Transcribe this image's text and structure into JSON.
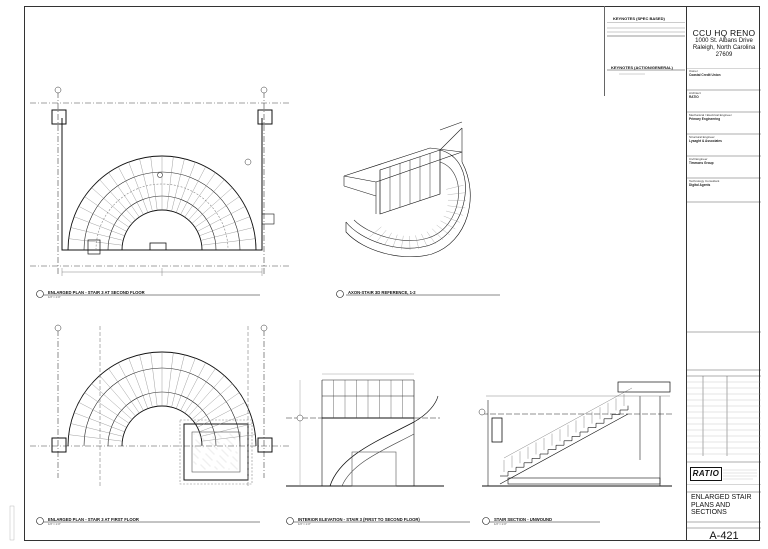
{
  "keynotes": {
    "spec_header": "KEYNOTES (SPEC BASED)",
    "action_header": "KEYNOTES (ACTION/GENERAL)"
  },
  "project": {
    "title": "CCU HQ RENO",
    "address1": "1000 St. Albans Drive",
    "address2": "Raleigh, North Carolina",
    "zip": "27609"
  },
  "consultants": [
    {
      "role": "Owner",
      "name": "Coastal Credit Union"
    },
    {
      "role": "Architect",
      "name": "RATIO"
    },
    {
      "role": "Mechanical / Electrical Engineer",
      "name": "Primary Engineering"
    },
    {
      "role": "Structural Engineer",
      "name": "Lysaght & Associates"
    },
    {
      "role": "Civil Engineer",
      "name": "Timmons Group"
    },
    {
      "role": "Technology Consultant",
      "name": "Digital Agents"
    }
  ],
  "firm_logo": "RATIO",
  "sheet": {
    "title_line1": "ENLARGED STAIR",
    "title_line2": "PLANS AND",
    "title_line3": "SECTIONS",
    "number": "A-421"
  },
  "views": [
    {
      "title": "ENLARGED PLAN - STAIR 3 AT SECOND FLOOR",
      "scale": "1/4\" = 1'-0\""
    },
    {
      "title": "AXON-STAIR 3D REFERENCE, 1-2",
      "scale": ""
    },
    {
      "title": "ENLARGED PLAN - STAIR 3 AT FIRST FLOOR",
      "scale": "1/4\" = 1'-0\""
    },
    {
      "title": "INTERIOR ELEVATION - STAIR 3 (FIRST TO SECOND FLOOR)",
      "scale": "1/4\" = 1'-0\""
    },
    {
      "title": "STAIR SECTION - UNWOUND",
      "scale": "1/4\" = 1'-0\""
    }
  ]
}
